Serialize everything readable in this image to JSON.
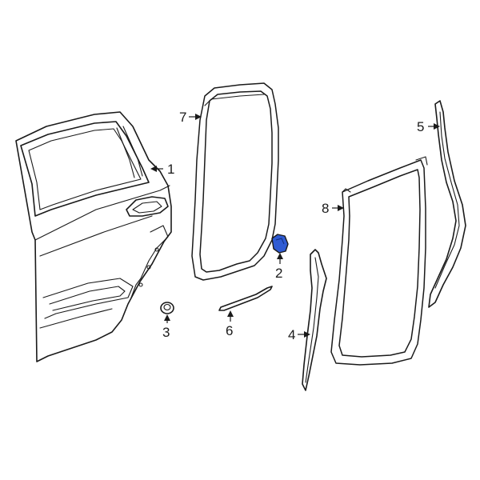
{
  "diagram": {
    "highlight_color": "#2f5bd3",
    "line_color": "#1a1a1a",
    "callouts": [
      "1",
      "2",
      "3",
      "4",
      "5",
      "6",
      "7",
      "8"
    ]
  }
}
